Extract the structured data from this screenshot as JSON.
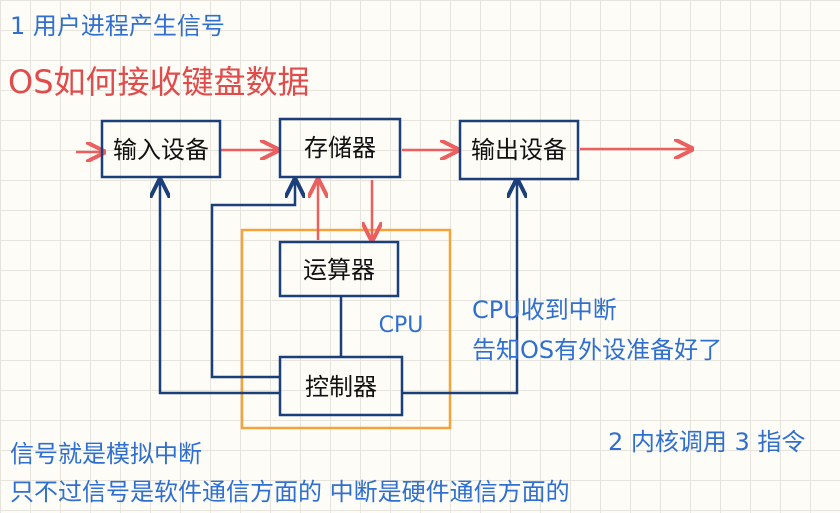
{
  "notes": {
    "top_line": "1 用户进程产生信号",
    "title": "OS如何接收键盘数据",
    "cpu_note_line1": "CPU收到中断",
    "cpu_note_line2": "告知OS有外设准备好了",
    "right_bottom": "2 内核调用 3 指令",
    "bottom_line1": "信号就是模拟中断",
    "bottom_line2": "只不过信号是软件通信方面的 中断是硬件通信方面的"
  },
  "diagram": {
    "input_device": "输入设备",
    "memory": "存储器",
    "output_device": "输出设备",
    "alu": "运算器",
    "control_unit": "控制器",
    "cpu": "CPU"
  },
  "colors": {
    "blue_text": "#2f6fd1",
    "red_text": "#e04b4b",
    "box_border": "#1a3f7a",
    "cpu_border": "#f4a23c",
    "red_arrow": "#ec5f5f"
  }
}
